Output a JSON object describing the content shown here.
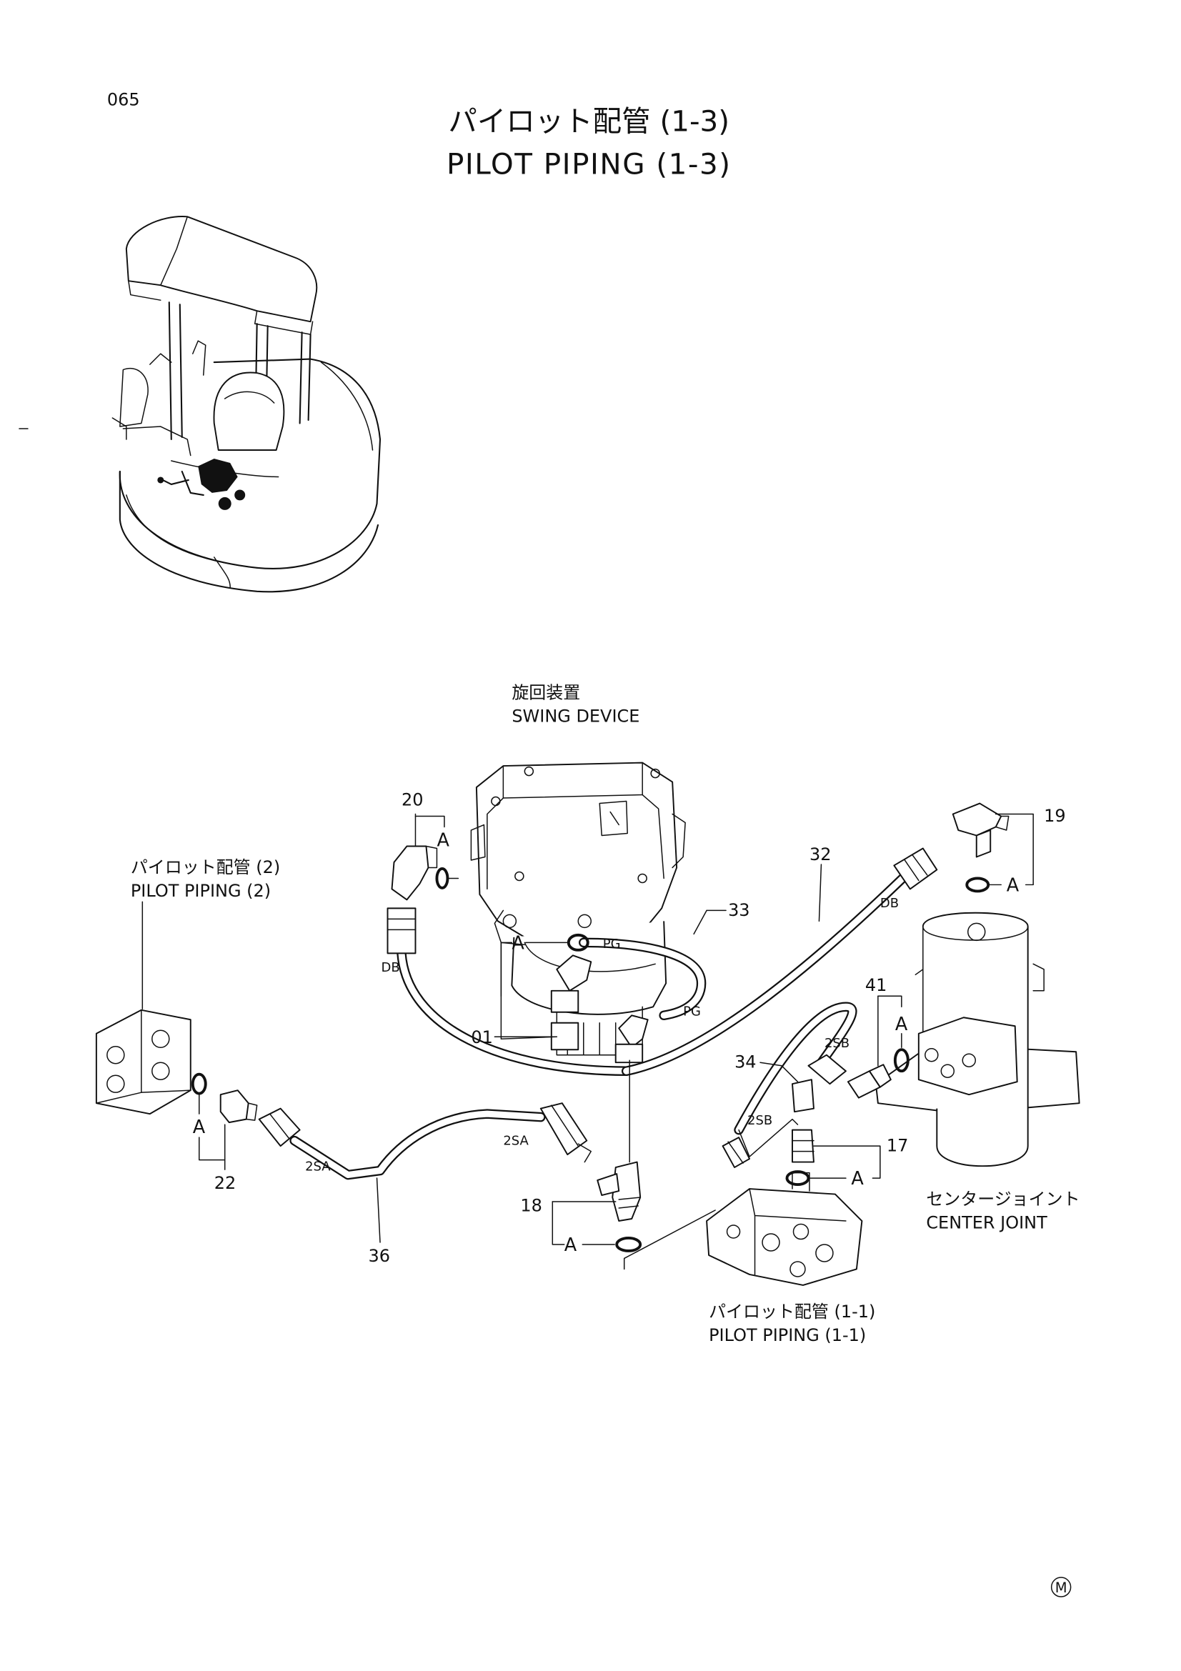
{
  "page": {
    "number": "065",
    "title_ja": "パイロット配管 (1-3)",
    "title_en": "PILOT PIPING (1-3)",
    "mark": "M"
  },
  "callouts": {
    "swing_device": {
      "ja": "旋回装置",
      "en": "SWING DEVICE"
    },
    "pilot_piping_2": {
      "ja": "パイロット配管 (2)",
      "en": "PILOT PIPING (2)"
    },
    "center_joint": {
      "ja": "センタージョイント",
      "en": "CENTER JOINT"
    },
    "pilot_piping_1_1": {
      "ja": "パイロット配管 (1-1)",
      "en": "PILOT PIPING (1-1)"
    }
  },
  "part_numbers": {
    "p01": "01",
    "p17": "17",
    "p18": "18",
    "p19": "19",
    "p20": "20",
    "p22": "22",
    "p32": "32",
    "p33": "33",
    "p34": "34",
    "p36": "36",
    "p41": "41"
  },
  "port_labels": {
    "db_left": "DB",
    "db_right": "DB",
    "pg_upper": "PG",
    "pg_lower": "PG",
    "sa_left": "2SA",
    "sa_right": "2SA",
    "sb_upper": "2SB",
    "sb_lower": "2SB"
  },
  "oring_labels": {
    "a_20": "A",
    "a_33": "A",
    "a_22": "A",
    "a_19": "A",
    "a_41": "A",
    "a_17": "A",
    "a_18": "A"
  }
}
